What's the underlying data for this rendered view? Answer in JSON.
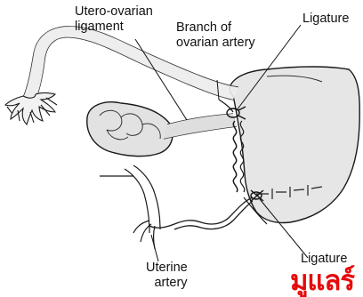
{
  "labels": {
    "utero_ovarian_line1": "Utero-ovarian",
    "utero_ovarian_line2": "ligament",
    "branch_line1": "Branch of",
    "branch_line2": "ovarian artery",
    "ligature_top": "Ligature",
    "ligature_bottom": "Ligature",
    "uterine_line1": "Uterine",
    "uterine_line2": "artery"
  },
  "watermark": {
    "text": "มูแลร์",
    "color": "#e60a0a"
  }
}
